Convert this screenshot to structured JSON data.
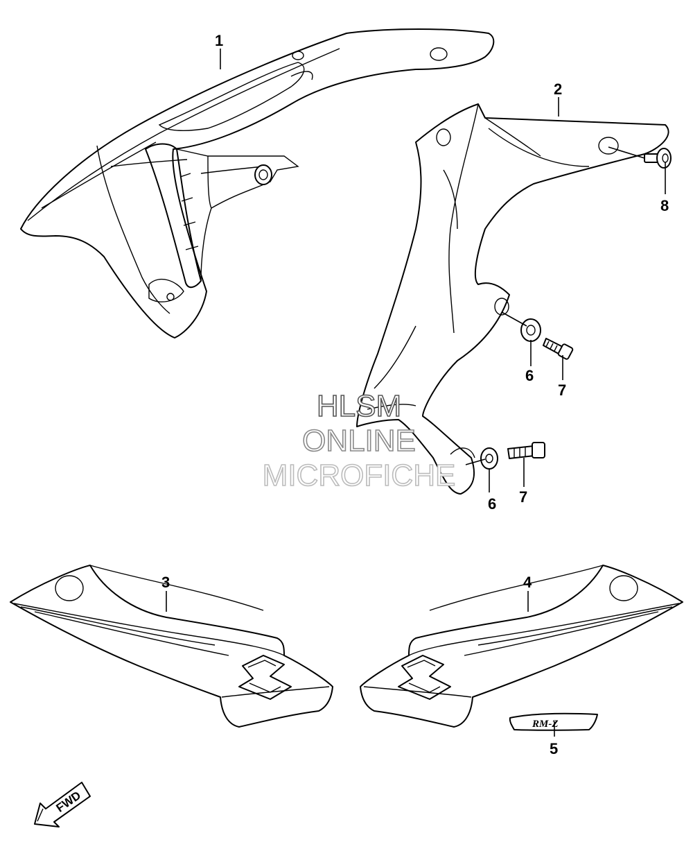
{
  "callouts": {
    "c1": "1",
    "c2": "2",
    "c3": "3",
    "c4": "4",
    "c5": "5",
    "c6a": "6",
    "c6b": "6",
    "c7a": "7",
    "c7b": "7",
    "c8": "8"
  },
  "watermark": {
    "line1": "HLSM",
    "line2": "ONLINE",
    "line3": "MICROFICHE",
    "color1": "#555555",
    "color2": "#888888",
    "color3": "#bbbbbb"
  },
  "fwd_label": "FWD",
  "emblem_text": "RM-Z"
}
